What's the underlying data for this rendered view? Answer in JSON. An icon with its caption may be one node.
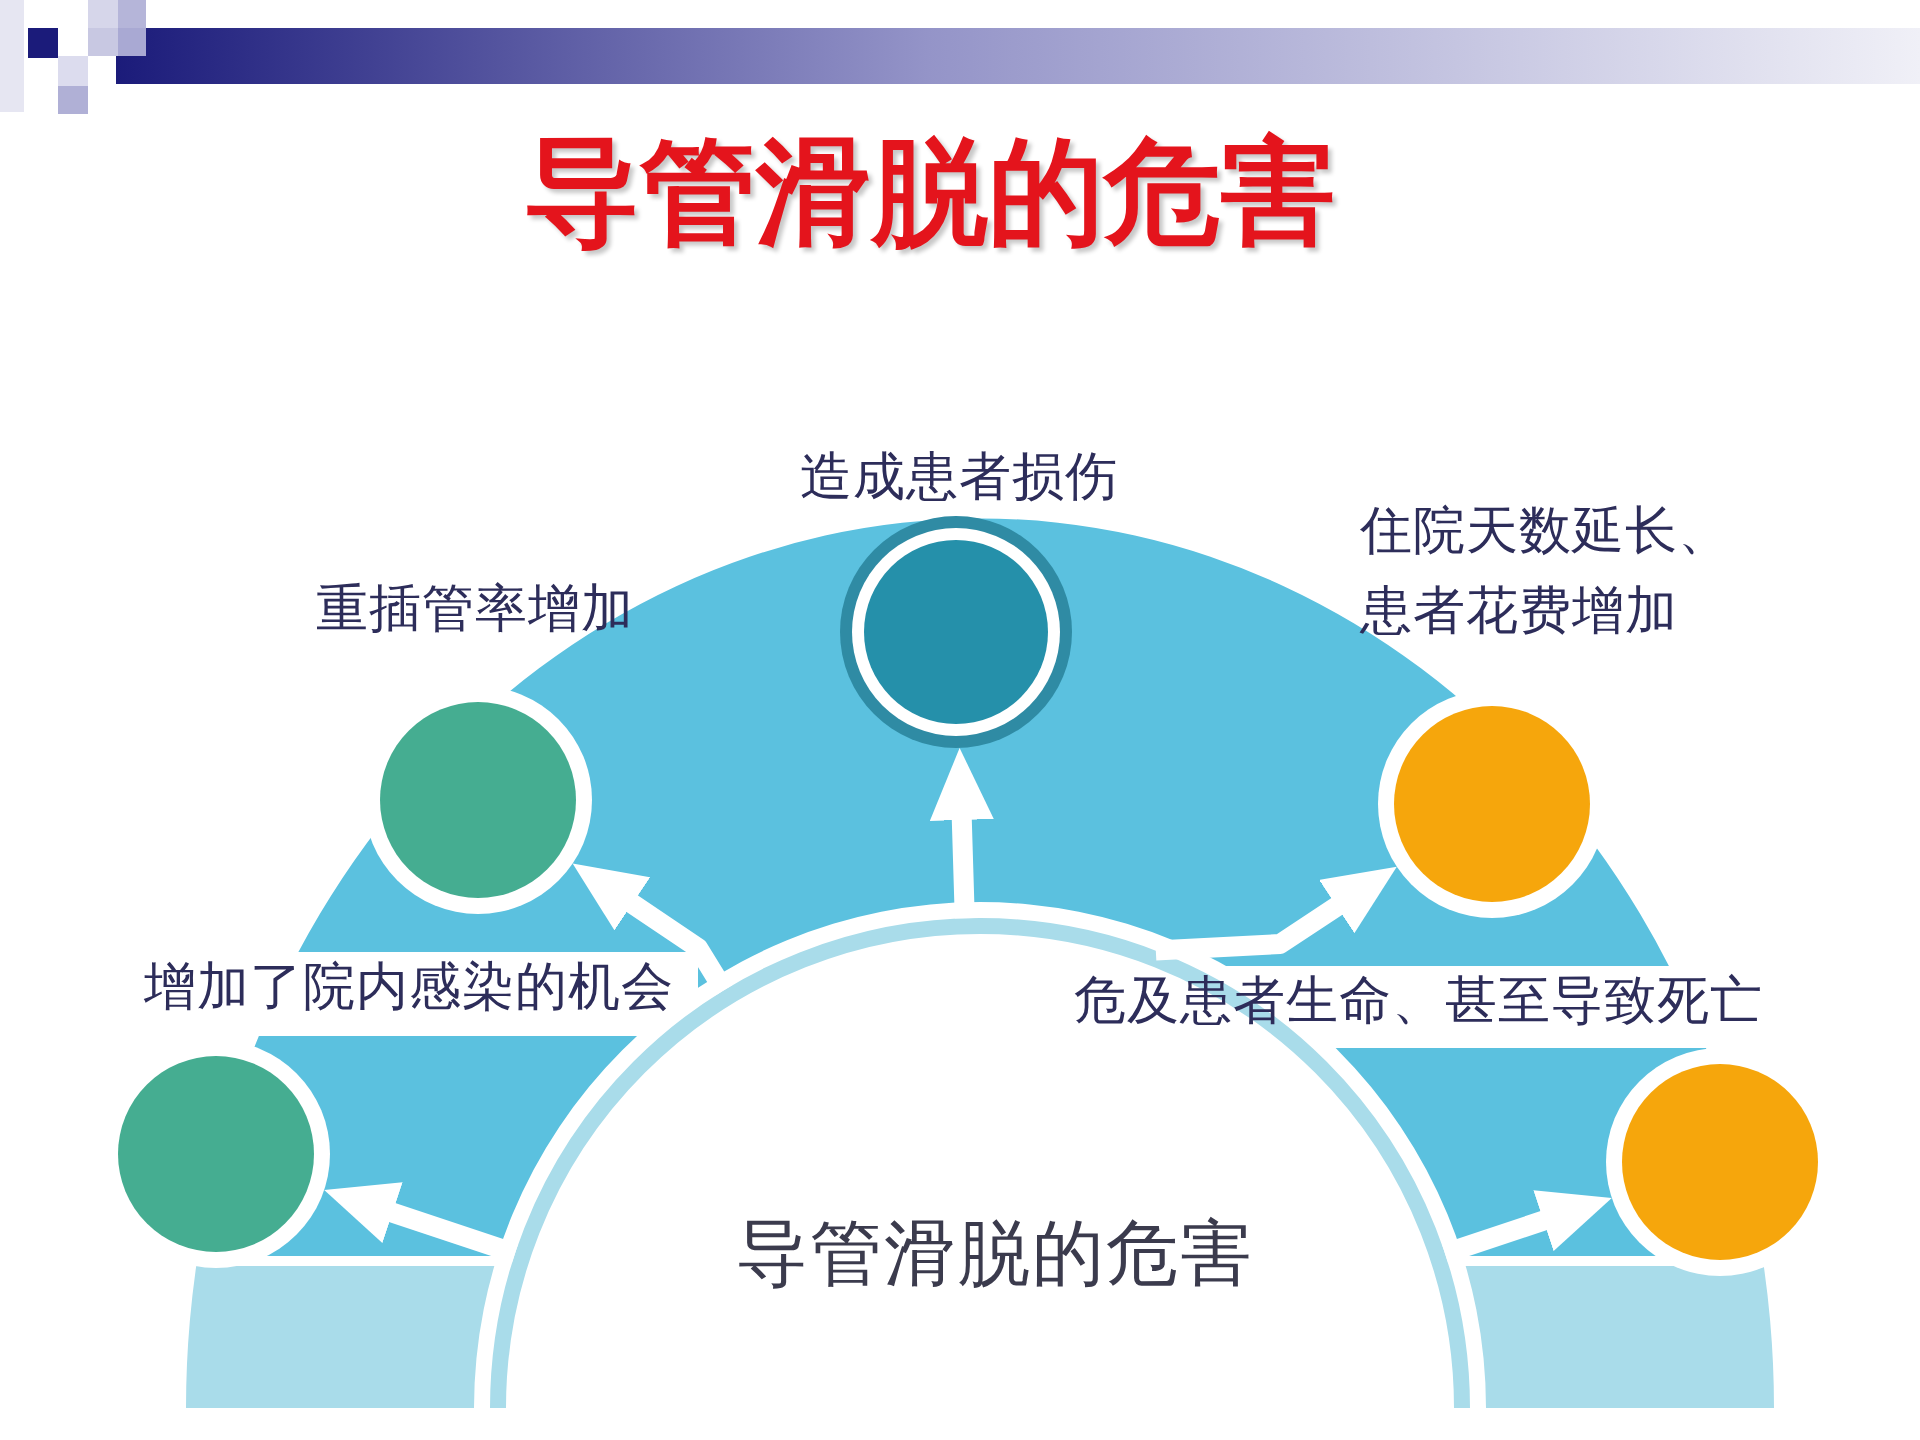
{
  "diagram": {
    "title": "导管滑脱的危害",
    "nodes": [
      {
        "text": [
          "导管滑脱的危害"
        ]
      },
      {
        "text": [],
        "shape": "circle",
        "beside": [
          "增加了院内感染的机会"
        ]
      },
      {
        "text": [],
        "shape": "circle",
        "beside": [
          "重插管率增加"
        ]
      },
      {
        "text": [],
        "shape": "circle",
        "beside": [
          "造成患者损伤"
        ]
      },
      {
        "text": [],
        "shape": "circle",
        "beside": [
          "住院天数延长、患者花费增加"
        ]
      },
      {
        "text": [],
        "shape": "circle",
        "beside": [
          "危及患者生命、甚至导致死亡"
        ]
      }
    ],
    "edges": [
      {
        "from": 0,
        "to": 1,
        "arrow": "to"
      },
      {
        "from": 0,
        "to": 2,
        "arrow": "to"
      },
      {
        "from": 0,
        "to": 3,
        "arrow": "to"
      },
      {
        "from": 0,
        "to": 4,
        "arrow": "to"
      },
      {
        "from": 0,
        "to": 5,
        "arrow": "to"
      }
    ]
  }
}
